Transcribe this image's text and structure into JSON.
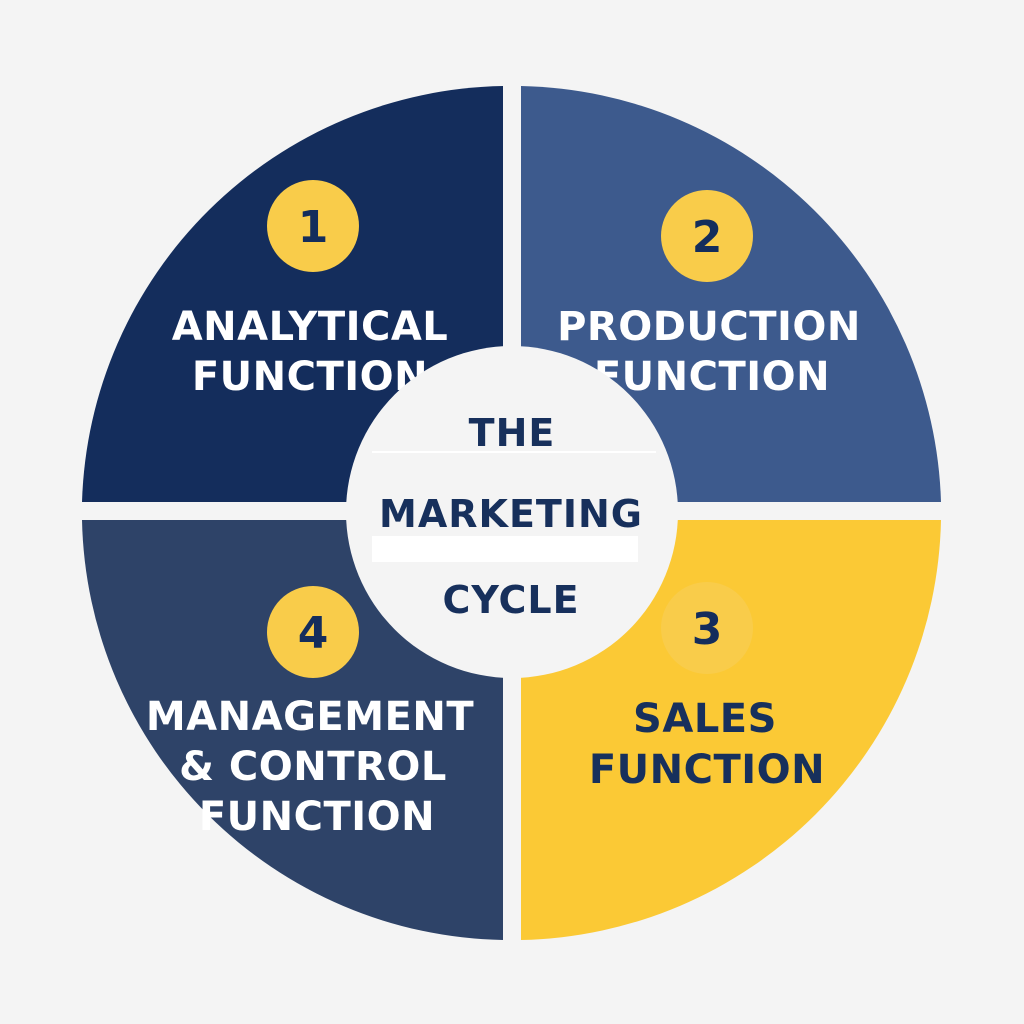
{
  "colors": {
    "background": "#f4f4f4",
    "q1": "#142d5c",
    "q2": "#3d5a8d",
    "q3": "#fbc935",
    "q4": "#2e4368",
    "badge": "#f9cc4a",
    "badge_text": "#142d5c",
    "center": "#f4f4f4",
    "center_text": "#17305c",
    "white_text": "#ffffff",
    "dark_text": "#17305c"
  },
  "center": {
    "line1": "THE",
    "line2": "MARKETING",
    "line3": "CYCLE"
  },
  "quadrants": [
    {
      "number": "1",
      "line1": "ANALYTICAL",
      "line2": "FUNCTION",
      "line3": ""
    },
    {
      "number": "2",
      "line1": "PRODUCTION",
      "line2": "FUNCTION",
      "line3": ""
    },
    {
      "number": "3",
      "line1": "SALES",
      "line2": "FUNCTION",
      "line3": ""
    },
    {
      "number": "4",
      "line1": "MANAGEMENT",
      "line2": "& CONTROL",
      "line3": "FUNCTION"
    }
  ]
}
